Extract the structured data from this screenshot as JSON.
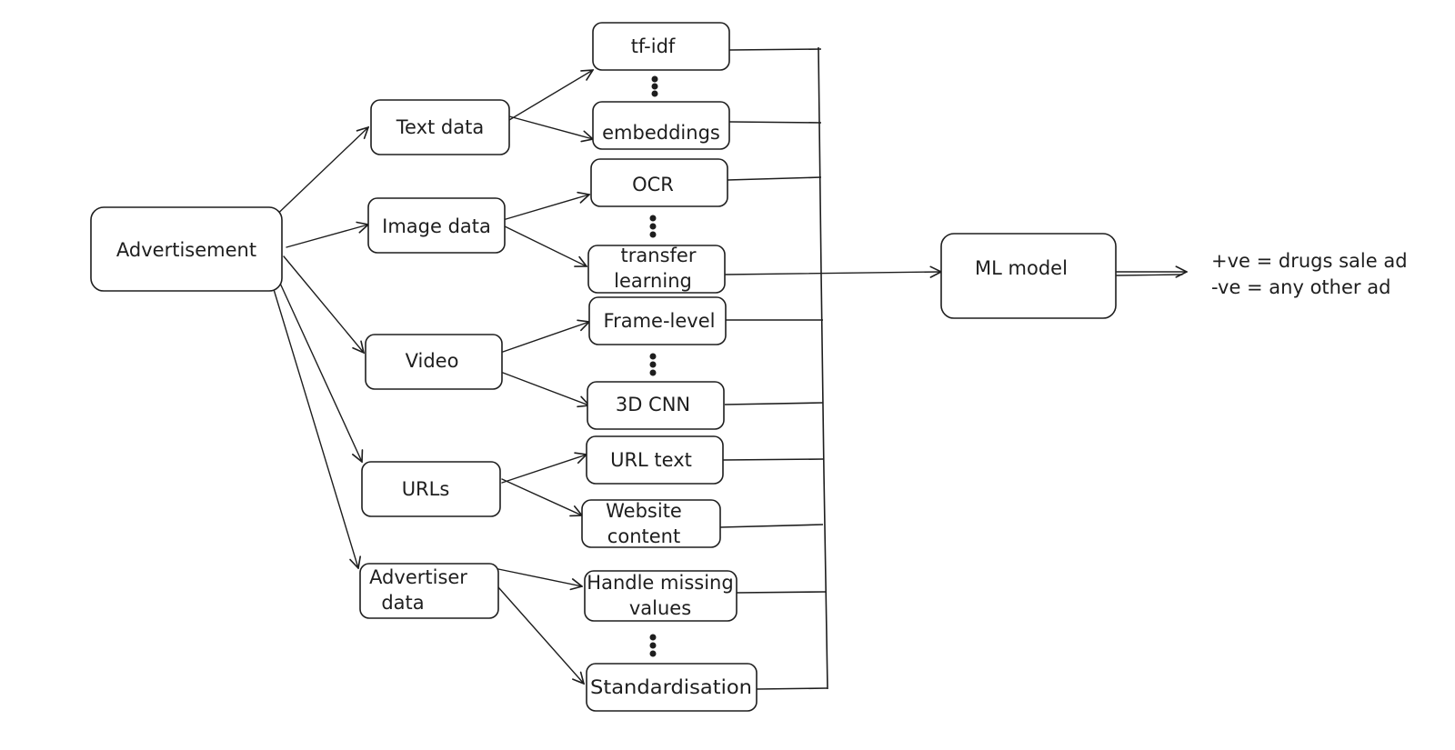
{
  "nodes": {
    "advertisement": "Advertisement",
    "text_data": "Text data",
    "image_data": "Image data",
    "video": "Video",
    "urls": "URLs",
    "advertiser_data_1": "Advertiser",
    "advertiser_data_2": "data",
    "tf_idf": "tf-idf",
    "embeddings": "embeddings",
    "ocr": "OCR",
    "transfer_learning_1": "transfer",
    "transfer_learning_2": "learning",
    "frame_level": "Frame-level",
    "cnn_3d": "3D CNN",
    "url_text": "URL text",
    "website_content_1": "Website",
    "website_content_2": "content",
    "handle_missing_1": "Handle missing",
    "handle_missing_2": "values",
    "standardisation": "Standardisation",
    "ml_model": "ML model"
  },
  "output": {
    "positive": "+ve = drugs sale ad",
    "negative": "-ve = any other ad"
  }
}
